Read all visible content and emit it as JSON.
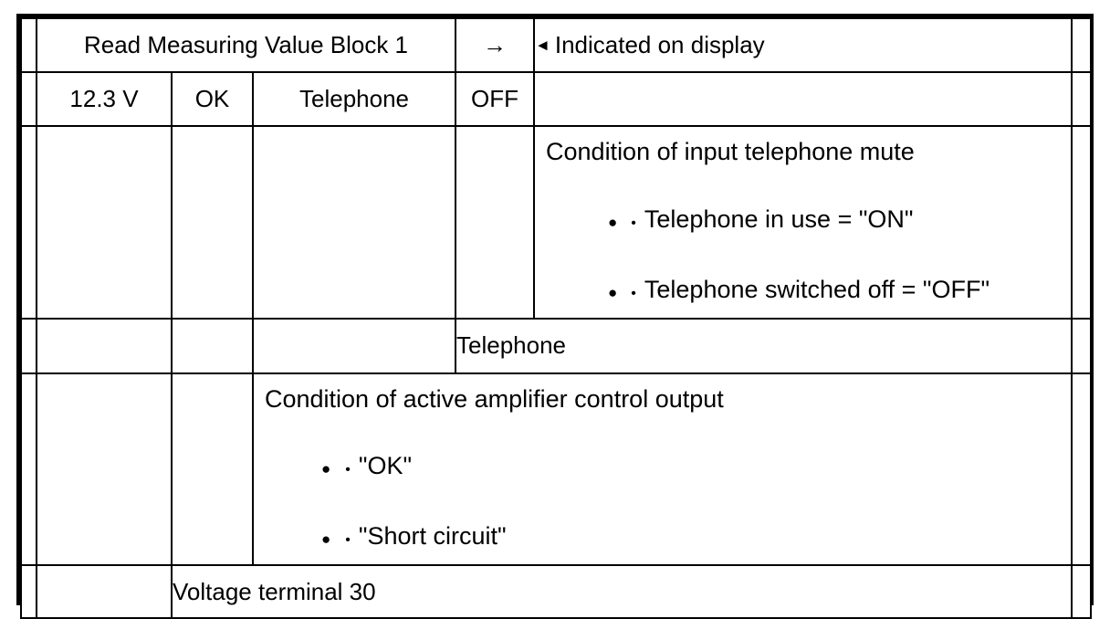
{
  "document": {
    "type": "service-manual-measuring-value-block-table",
    "border_color": "#000000",
    "background_color": "#ffffff"
  },
  "table": {
    "header": {
      "title": "Read Measuring Value Block 1",
      "arrow_icon": "→",
      "display_note_icon": "◄",
      "display_note": "Indicated on display"
    },
    "values_row": {
      "voltage": "12.3 V",
      "status": "OK",
      "function": "Telephone",
      "state": "OFF"
    },
    "telephone_mute_block": {
      "heading": "Condition of input telephone mute",
      "bullets": [
        "Telephone in use = \"ON\"",
        "Telephone switched off = \"OFF\""
      ]
    },
    "telephone_row": {
      "label": "Telephone"
    },
    "amplifier_block": {
      "heading": "Condition of active amplifier control output",
      "bullets": [
        "\"OK\"",
        "\"Short circuit\""
      ]
    },
    "voltage_row": {
      "label": "Voltage terminal 30"
    },
    "bullet_glyphs": {
      "large": "●",
      "small": "•"
    }
  }
}
